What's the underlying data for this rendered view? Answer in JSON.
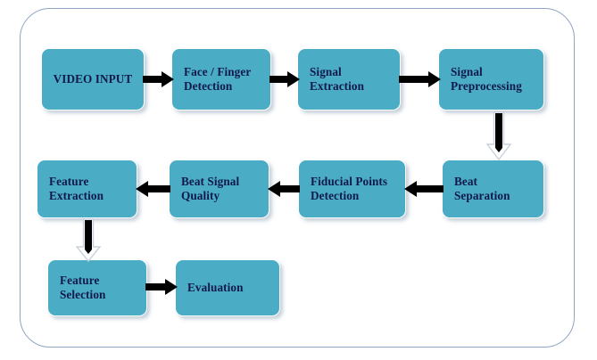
{
  "diagram": {
    "title": "rPPG signal processing pipeline flowchart",
    "colors": {
      "node_fill": "#4AACC5",
      "node_border": "#FFFFFF",
      "node_text": "#10194A",
      "frame_border": "#8FA4C0",
      "arrow_solid": "#000000",
      "arrow_outline": "#D8DEE6",
      "background": "#FFFFFF"
    },
    "frame": {
      "label": "pipeline-outer-frame"
    },
    "nodes": [
      {
        "id": "video-input",
        "label": "VIDEO INPUT",
        "align": "center",
        "row": 1
      },
      {
        "id": "face-finger-detection",
        "label": "Face / Finger\nDetection",
        "align": "left",
        "row": 1
      },
      {
        "id": "signal-extraction",
        "label": "Signal\nExtraction",
        "align": "left",
        "row": 1
      },
      {
        "id": "signal-preprocessing",
        "label": "Signal\nPreprocessing",
        "align": "left",
        "row": 1
      },
      {
        "id": "beat-separation",
        "label": "Beat\nSeparation",
        "align": "left",
        "row": 2
      },
      {
        "id": "fiducial-points-detection",
        "label": "Fiducial Points\nDetection",
        "align": "left",
        "row": 2
      },
      {
        "id": "beat-signal-quality",
        "label": "Beat Signal\nQuality",
        "align": "left",
        "row": 2
      },
      {
        "id": "feature-extraction",
        "label": "Feature\nExtraction",
        "align": "left",
        "row": 2
      },
      {
        "id": "feature-selection",
        "label": "Feature\nSelection",
        "align": "left",
        "row": 3
      },
      {
        "id": "evaluation",
        "label": "Evaluation",
        "align": "left",
        "row": 3
      }
    ],
    "connectors": [
      {
        "id": "video-input-to-face-finger-detection",
        "direction": "right",
        "style": "solid-black"
      },
      {
        "id": "face-finger-detection-to-signal-extraction",
        "direction": "right",
        "style": "solid-black"
      },
      {
        "id": "signal-extraction-to-signal-preprocessing",
        "direction": "right",
        "style": "solid-black"
      },
      {
        "id": "signal-preprocessing-to-beat-separation",
        "direction": "down",
        "style": "outlined-black"
      },
      {
        "id": "beat-separation-to-fiducial-points-detection",
        "direction": "left",
        "style": "solid-black"
      },
      {
        "id": "fiducial-points-detection-to-beat-signal-quality",
        "direction": "left",
        "style": "solid-black"
      },
      {
        "id": "beat-signal-quality-to-feature-extraction",
        "direction": "left",
        "style": "solid-black"
      },
      {
        "id": "feature-extraction-to-feature-selection",
        "direction": "down",
        "style": "outlined-black"
      },
      {
        "id": "feature-selection-to-evaluation",
        "direction": "right",
        "style": "solid-black"
      }
    ]
  }
}
